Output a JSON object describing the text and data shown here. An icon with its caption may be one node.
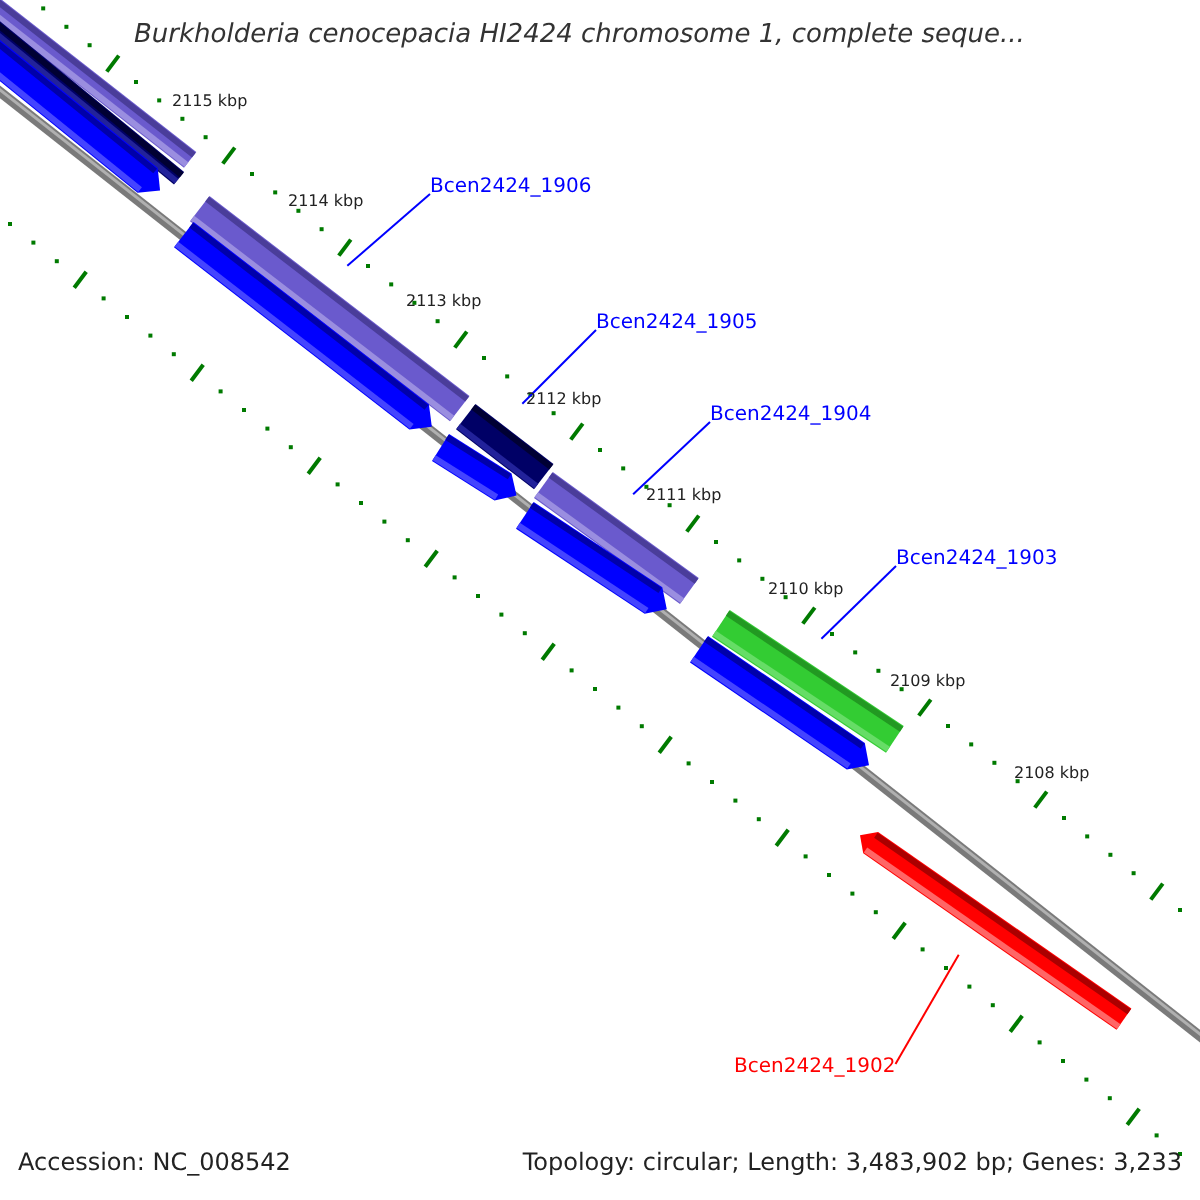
{
  "diagram": {
    "title": "Burkholderia cenocepacia HI2424 chromosome 1, complete seque...",
    "nodes": [
      {
        "text": [
          "Bcen2424_1906"
        ]
      },
      {
        "text": [
          "Bcen2424_1905"
        ]
      },
      {
        "text": [
          "Bcen2424_1904"
        ]
      },
      {
        "text": [
          "Bcen2424_1903"
        ]
      },
      {
        "text": [
          "Bcen2424_1902"
        ]
      },
      {
        "text": [],
        "shape": "bar"
      },
      {
        "text": [],
        "shape": "bar"
      },
      {
        "text": [],
        "shape": "bar"
      },
      {
        "text": [],
        "shape": "bar"
      },
      {
        "text": [],
        "shape": "bar"
      },
      {
        "text": [],
        "shape": "bar"
      },
      {
        "text": [],
        "shape": "bar"
      },
      {
        "text": [],
        "shape": "bar"
      },
      {
        "text": [],
        "shape": "bar"
      },
      {
        "text": [],
        "shape": "bar"
      },
      {
        "text": [],
        "shape": "bar"
      },
      {
        "text": [],
        "shape": "bar"
      }
    ],
    "edges": [
      {
        "from": 0,
        "to": 8,
        "arrow": "none"
      },
      {
        "from": 1,
        "to": 10,
        "arrow": "none"
      },
      {
        "from": 2,
        "to": 12,
        "arrow": "none"
      },
      {
        "from": 3,
        "to": 14,
        "arrow": "none"
      },
      {
        "from": 4,
        "to": 16,
        "arrow": "none",
        "color": "#ff0000"
      }
    ],
    "labels": [
      "2115 kbp",
      "2114 kbp",
      "2113 kbp",
      "2112 kbp",
      "2111 kbp",
      "2110 kbp",
      "2109 kbp",
      "2108 kbp",
      "Accession: NC_008542",
      "Topology: circular; Length: 3,483,902 bp; Genes: 3,233"
    ]
  }
}
